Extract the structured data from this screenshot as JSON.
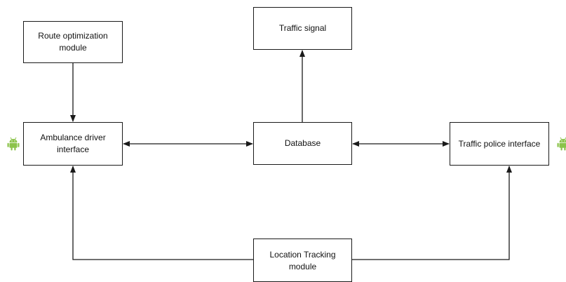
{
  "nodes": {
    "route_optimization": "Route optimization module",
    "traffic_signal": "Traffic signal",
    "ambulance_driver": "Ambulance driver interface",
    "database": "Database",
    "traffic_police": "Traffic police interface",
    "location_tracking": "Location Tracking module"
  },
  "edges": [
    {
      "from": "route_optimization",
      "to": "ambulance_driver",
      "direction": "forward"
    },
    {
      "from": "database",
      "to": "traffic_signal",
      "direction": "forward"
    },
    {
      "from": "ambulance_driver",
      "to": "database",
      "direction": "bidirectional"
    },
    {
      "from": "database",
      "to": "traffic_police",
      "direction": "bidirectional"
    },
    {
      "from": "location_tracking",
      "to": "ambulance_driver",
      "direction": "forward"
    },
    {
      "from": "location_tracking",
      "to": "traffic_police",
      "direction": "forward"
    }
  ],
  "icons": {
    "platform": "android-icon",
    "android_color": "#8bc34a"
  },
  "colors": {
    "stroke": "#1a1a1a",
    "background": "#ffffff"
  }
}
